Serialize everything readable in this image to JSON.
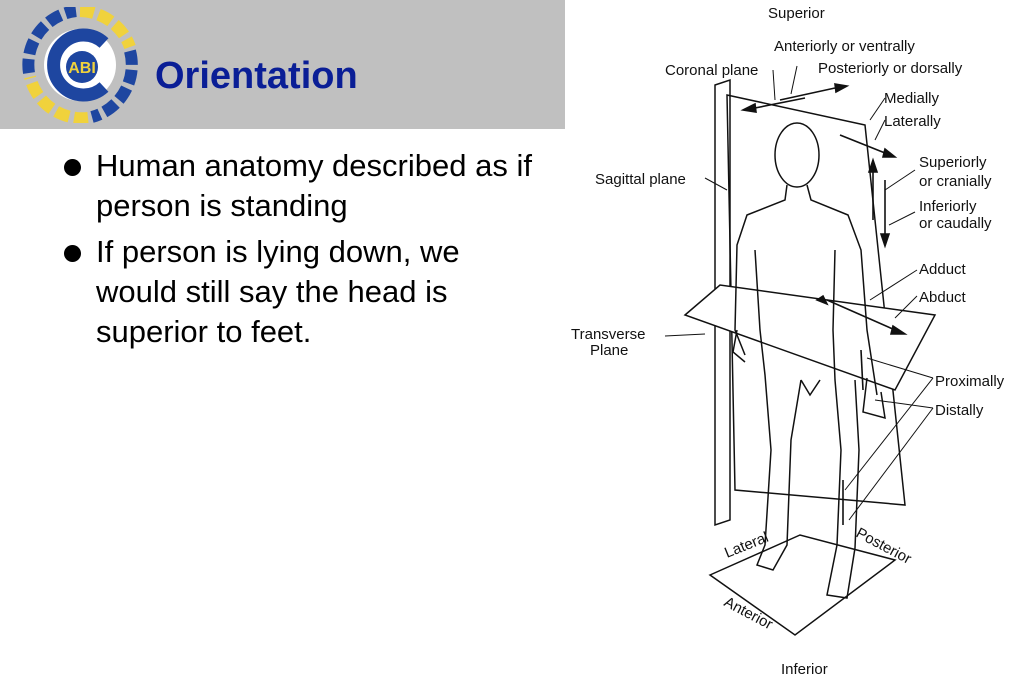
{
  "slide": {
    "title": "Orientation",
    "logo_text": "ABI",
    "bullets": [
      "Human anatomy described as if person is standing",
      "If person is lying down, we would still say the head is superior to feet."
    ]
  },
  "figure_labels": {
    "superior": "Superior",
    "anteriorly": "Anteriorly or ventrally",
    "coronal_plane": "Coronal plane",
    "posteriorly": "Posteriorly or dorsally",
    "medially": "Medially",
    "laterally": "Laterally",
    "sagittal_plane": "Sagittal plane",
    "superiorly": "Superiorly",
    "cranially": "or cranially",
    "inferiorly": "Inferiorly",
    "caudally": "or caudally",
    "adduct": "Adduct",
    "abduct": "Abduct",
    "transverse": "Transverse",
    "plane": "Plane",
    "proximally": "Proximally",
    "distally": "Distally",
    "lateral": "Lateral",
    "posterior": "Posterior",
    "anterior": "Anterior",
    "inferior": "Inferior"
  },
  "colors": {
    "title": "#0a1e96",
    "header_band": "#c0c0c0",
    "logo_blue": "#1e46a0",
    "logo_yellow": "#f0d23c"
  }
}
